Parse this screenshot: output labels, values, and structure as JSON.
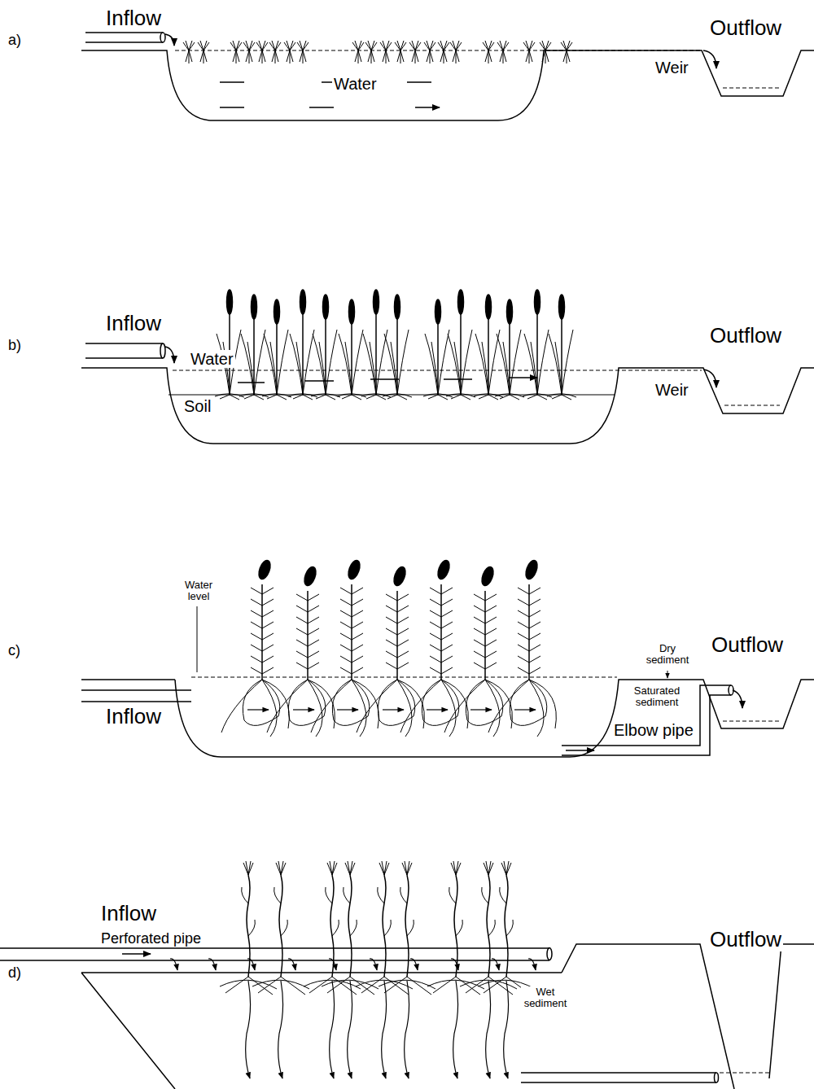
{
  "diagram": {
    "labels": [
      "a)",
      "Inflow",
      "Outflow",
      "Water",
      "Weir",
      "b)",
      "Inflow",
      "Outflow",
      "Water",
      "Soil",
      "Weir",
      "c)",
      "Water level",
      "Dry sediment",
      "Outflow",
      "Saturated sediment",
      "Inflow",
      "Elbow pipe",
      "d)",
      "Inflow",
      "Perforated pipe",
      "Outflow",
      "Wet sediment"
    ]
  }
}
